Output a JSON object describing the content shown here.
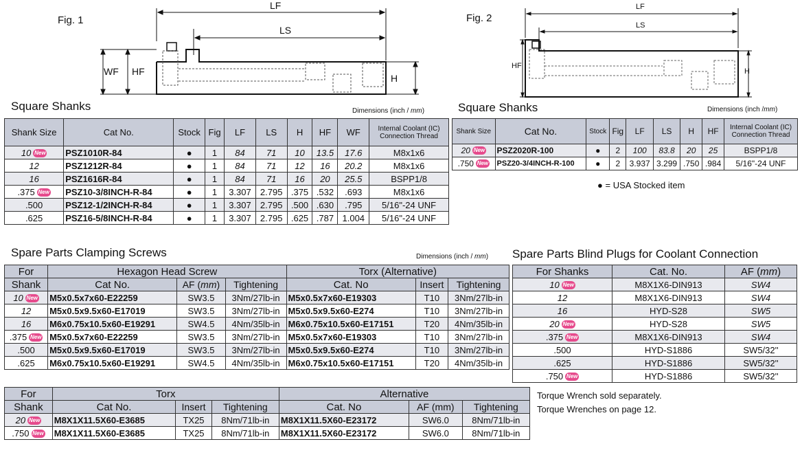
{
  "fig1": {
    "label": "Fig. 1",
    "dims": {
      "lf": "LF",
      "ls": "LS",
      "wf": "WF",
      "hf": "HF",
      "h": "H"
    }
  },
  "fig2": {
    "label": "Fig. 2",
    "dims": {
      "lf": "LF",
      "ls": "LS",
      "hf": "HF",
      "h": "H"
    }
  },
  "new_badge": "New",
  "stock_symbol": "●",
  "square_shanks_1": {
    "title": "Square Shanks",
    "dims_label_a": "Dimensions (inch / ",
    "dims_label_b": "mm",
    "dims_label_c": ")",
    "headers": [
      "Shank Size",
      "Cat No.",
      "Stock",
      "Fig",
      "LF",
      "LS",
      "H",
      "HF",
      "WF",
      "Internal Coolant (IC)",
      "Connection Thread"
    ],
    "rows": [
      {
        "size": "10",
        "new": true,
        "cat": "PSZ1010R-84",
        "fig": "1",
        "lf": "84",
        "ls": "71",
        "h": "10",
        "hf": "13.5",
        "wf": "17.6",
        "thread": "M8x1x6"
      },
      {
        "size": "12",
        "new": false,
        "cat": "PSZ1212R-84",
        "fig": "1",
        "lf": "84",
        "ls": "71",
        "h": "12",
        "hf": "16",
        "wf": "20.2",
        "thread": "M8x1x6"
      },
      {
        "size": "16",
        "new": false,
        "cat": "PSZ1616R-84",
        "fig": "1",
        "lf": "84",
        "ls": "71",
        "h": "16",
        "hf": "20",
        "wf": "25.5",
        "thread": "BSPP1/8"
      },
      {
        "size": ".375",
        "new": true,
        "cat": "PSZ10-3/8INCH-R-84",
        "fig": "1",
        "lf": "3.307",
        "ls": "2.795",
        "h": ".375",
        "hf": ".532",
        "wf": ".693",
        "thread": "M8x1x6"
      },
      {
        "size": ".500",
        "new": false,
        "cat": "PSZ12-1/2INCH-R-84",
        "fig": "1",
        "lf": "3.307",
        "ls": "2.795",
        "h": ".500",
        "hf": ".630",
        "wf": ".795",
        "thread": "5/16\"-24 UNF"
      },
      {
        "size": ".625",
        "new": false,
        "cat": "PSZ16-5/8INCH-R-84",
        "fig": "1",
        "lf": "3.307",
        "ls": "2.795",
        "h": ".625",
        "hf": ".787",
        "wf": "1.004",
        "thread": "5/16\"-24 UNF"
      }
    ]
  },
  "square_shanks_2": {
    "title": "Square Shanks",
    "dims_label_a": "Dimensions (inch /",
    "dims_label_b": "mm",
    "dims_label_c": ")",
    "headers": [
      "Shank Size",
      "Cat No.",
      "Stock",
      "Fig",
      "LF",
      "LS",
      "H",
      "HF",
      "Internal Coolant (IC)",
      "Connection Thread"
    ],
    "rows": [
      {
        "size": "20",
        "new": true,
        "cat": "PSZ2020R-100",
        "fig": "2",
        "lf": "100",
        "ls": "83.8",
        "h": "20",
        "hf": "25",
        "thread": "BSPP1/8"
      },
      {
        "size": ".750",
        "new": true,
        "cat": "PSZ20-3/4INCH-R-100",
        "fig": "2",
        "lf": "3.937",
        "ls": "3.299",
        "h": ".750",
        "hf": ".984",
        "thread": "5/16\"-24 UNF"
      }
    ],
    "legend": "= USA Stocked item"
  },
  "clamping": {
    "title": "Spare Parts Clamping Screws",
    "dims_label_a": "Dimensions (inch / ",
    "dims_label_b": "mm",
    "dims_label_c": ")",
    "group_for": "For",
    "group_hex": "Hexagon Head Screw",
    "group_torx": "Torx (Alternative)",
    "h_shank": "Shank",
    "h_cat": "Cat No.",
    "h_af_a": "AF (",
    "h_af_b": "mm",
    "h_af_c": ")",
    "h_tight": "Tightening",
    "h_cat2": "Cat. No",
    "h_insert": "Insert",
    "h_tight2": "Tightening",
    "rows": [
      {
        "shank": "10",
        "new": true,
        "cat": "M5x0.5x7x60-E22259",
        "af": "SW3.5",
        "tight": "3Nm/27lb-in",
        "cat2": "M5x0.5x7x60-E19303",
        "insert": "T10",
        "tight2": "3Nm/27lb-in"
      },
      {
        "shank": "12",
        "new": false,
        "cat": "M5x0.5x9.5x60-E17019",
        "af": "SW3.5",
        "tight": "3Nm/27lb-in",
        "cat2": "M5x0.5x9.5x60-E274",
        "insert": "T10",
        "tight2": "3Nm/27lb-in"
      },
      {
        "shank": "16",
        "new": false,
        "cat": "M6x0.75x10.5x60-E19291",
        "af": "SW4.5",
        "tight": "4Nm/35lb-in",
        "cat2": "M6x0.75x10.5x60-E17151",
        "insert": "T20",
        "tight2": "4Nm/35lb-in"
      },
      {
        "shank": ".375",
        "new": true,
        "cat": "M5x0.5x7x60-E22259",
        "af": "SW3.5",
        "tight": "3Nm/27lb-in",
        "cat2": "M5x0.5x7x60-E19303",
        "insert": "T10",
        "tight2": "3Nm/27lb-in"
      },
      {
        "shank": ".500",
        "new": false,
        "cat": "M5x0.5x9.5x60-E17019",
        "af": "SW3.5",
        "tight": "3Nm/27lb-in",
        "cat2": "M5x0.5x9.5x60-E274",
        "insert": "T10",
        "tight2": "3Nm/27lb-in"
      },
      {
        "shank": ".625",
        "new": false,
        "cat": "M6x0.75x10.5x60-E19291",
        "af": "SW4.5",
        "tight": "4Nm/35lb-in",
        "cat2": "M6x0.75x10.5x60-E17151",
        "insert": "T20",
        "tight2": "4Nm/35lb-in"
      }
    ]
  },
  "torx": {
    "group_for": "For",
    "group_torx": "Torx",
    "group_alt": "Alternative",
    "h_shank": "Shank",
    "h_cat": "Cat No.",
    "h_insert": "Insert",
    "h_tight": "Tightening",
    "h_cat2": "Cat. No",
    "h_af": "AF (mm)",
    "h_tight2": "Tightening",
    "rows": [
      {
        "shank": "20",
        "new": true,
        "cat": "M8X1X11.5X60-E3685",
        "insert": "TX25",
        "tight": "8Nm/71lb-in",
        "cat2": "M8X1X11.5X60-E23172",
        "af": "SW6.0",
        "tight2": "8Nm/71lb-in"
      },
      {
        "shank": ".750",
        "new": true,
        "cat": "M8X1X11.5X60-E3685",
        "insert": "TX25",
        "tight": "8Nm/71lb-in",
        "cat2": "M8X1X11.5X60-E23172",
        "af": "SW6.0",
        "tight2": "8Nm/71lb-in"
      }
    ]
  },
  "plugs": {
    "title": "Spare Parts Blind Plugs for Coolant Connection",
    "h_shanks": "For Shanks",
    "h_cat": "Cat. No.",
    "h_af_a": "AF (",
    "h_af_b": "mm",
    "h_af_c": ")",
    "rows": [
      {
        "shank": "10",
        "new": true,
        "cat": "M8X1X6-DIN913",
        "af": "SW4",
        "italic": true
      },
      {
        "shank": "12",
        "new": false,
        "cat": "M8X1X6-DIN913",
        "af": "SW4",
        "italic": true
      },
      {
        "shank": "16",
        "new": false,
        "cat": "HYD-S28",
        "af": "SW5",
        "italic": true
      },
      {
        "shank": "20",
        "new": true,
        "cat": "HYD-S28",
        "af": "SW5",
        "italic": true
      },
      {
        "shank": ".375",
        "new": true,
        "cat": "M8X1X6-DIN913",
        "af": "SW4",
        "italic": true
      },
      {
        "shank": ".500",
        "new": false,
        "cat": "HYD-S1886",
        "af": "SW5/32''",
        "italic": false
      },
      {
        "shank": ".625",
        "new": false,
        "cat": "HYD-S1886",
        "af": "SW5/32''",
        "italic": false
      },
      {
        "shank": ".750",
        "new": true,
        "cat": "HYD-S1886",
        "af": "SW5/32''",
        "italic": false
      }
    ]
  },
  "notes": {
    "line1": "Torque Wrench sold separately.",
    "line2": "Torque Wrenches on page 12."
  },
  "colors": {
    "header_bg": "#c8ccd8",
    "odd_row_bg": "#e8e9ee",
    "new_badge": "#e64a8c"
  }
}
